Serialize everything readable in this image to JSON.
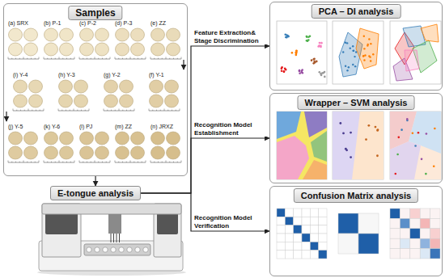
{
  "diagram": {
    "nodes": [
      {
        "text": [
          "Samples"
        ]
      },
      {
        "text": [
          "E-tongue analysis"
        ]
      },
      {
        "text": [
          "PCA – DI analysis"
        ]
      },
      {
        "text": [
          "Wrapper – SVM analysis"
        ]
      },
      {
        "text": [
          "Confusion Matrix analysis"
        ]
      }
    ],
    "edges": [
      {
        "from": 0,
        "to": 1,
        "arrow": "to"
      },
      {
        "from": 1,
        "to": 2,
        "label": "Feature Extraction& Stage Discrimination",
        "arrow": "to"
      },
      {
        "from": 1,
        "to": 3,
        "label": "Recognition Model Establishment",
        "arrow": "to"
      },
      {
        "from": 1,
        "to": 4,
        "label": "Recognition Model Verification",
        "arrow": "to"
      }
    ],
    "labels": [
      "(a) SRX",
      "(b) P-1",
      "(c) P-2",
      "(d) P-3",
      "(e) ZZ",
      "(i) Y-4",
      "(h) Y-3",
      "(g) Y-2",
      "(f) Y-1",
      "(j) Y-5",
      "(k) Y-6",
      "(l) PJ",
      "(m) ZZ",
      "(n) JRXZ"
    ]
  }
}
